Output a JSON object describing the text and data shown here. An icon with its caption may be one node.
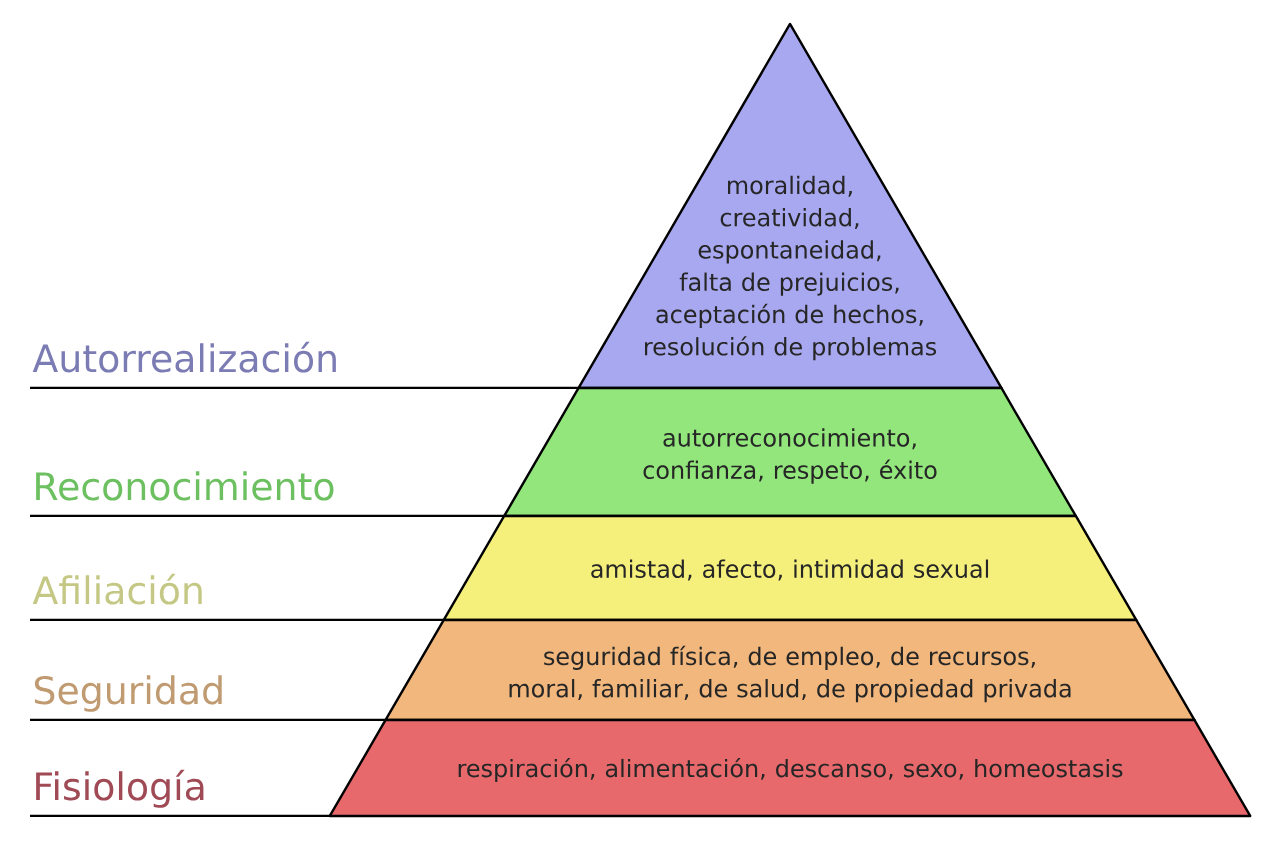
{
  "diagram": {
    "nodes": [
      {
        "text": [
          "moralidad, creatividad, espontaneidad, falta de prejuicios, aceptación de hechos, resolución de problemas"
        ]
      },
      {
        "text": [
          "autorreconocimiento, confianza, respeto, éxito"
        ]
      },
      {
        "text": [
          "amistad, afecto, intimidad sexual"
        ]
      },
      {
        "text": [
          "seguridad física, de empleo, de recursos, moral, familiar, de salud, de propiedad privada"
        ]
      },
      {
        "text": [
          "respiración, alimentación, descanso, sexo, homeostasis"
        ]
      }
    ],
    "labels": [
      "Autorrealización",
      "Reconocimiento",
      "Afiliación",
      "Seguridad",
      "Fisiología"
    ]
  }
}
